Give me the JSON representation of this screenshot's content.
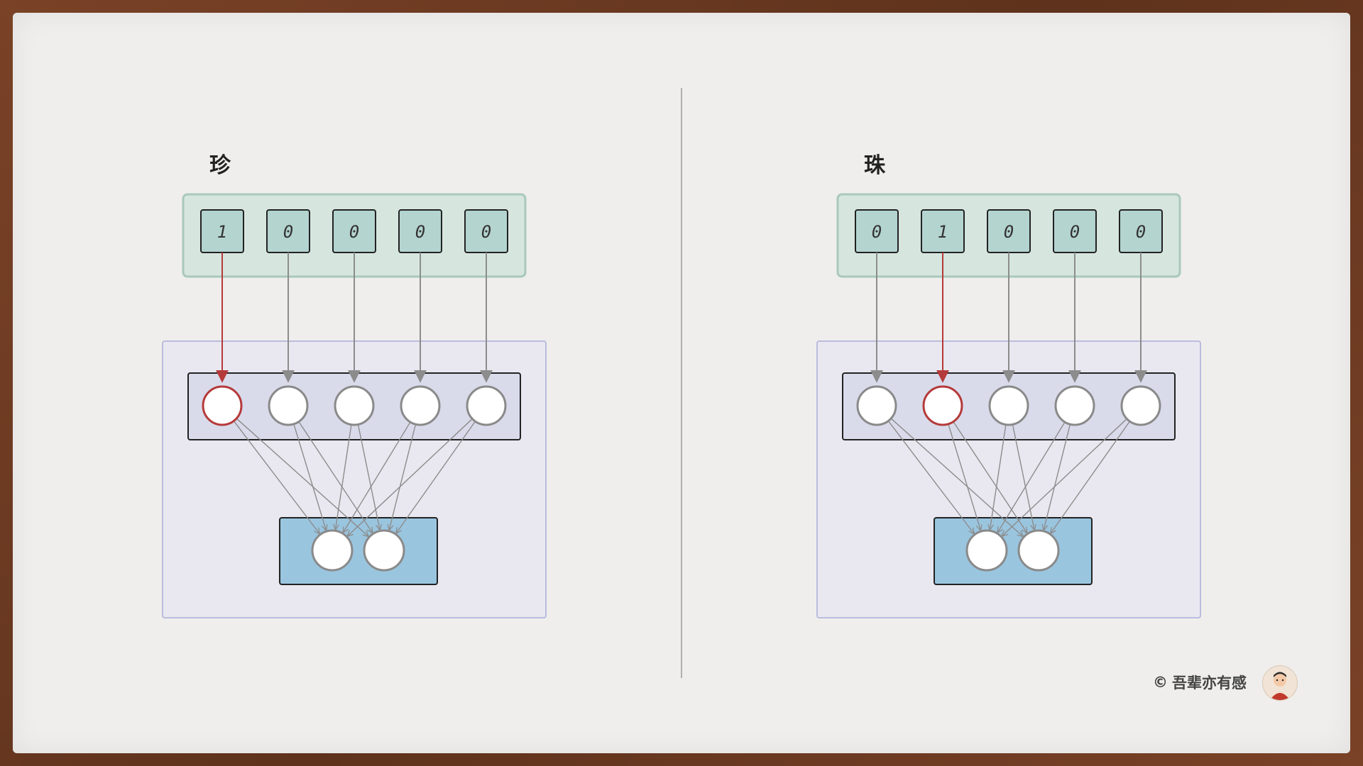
{
  "panels": [
    {
      "char": "珍",
      "input": [
        "1",
        "0",
        "0",
        "0",
        "0"
      ],
      "active_index": 0
    },
    {
      "char": "珠",
      "input": [
        "0",
        "1",
        "0",
        "0",
        "0"
      ],
      "active_index": 1
    }
  ],
  "hidden_units": 5,
  "output_units": 2,
  "footer": {
    "copyright": "©",
    "author": "吾辈亦有感"
  },
  "colors": {
    "input_box_bg": "#d6e6df",
    "input_box_border": "#a9c8bd",
    "cell_bg": "#b4d4d0",
    "outer_box_bg": "#e9e8f0",
    "outer_box_border": "#b9bcdd",
    "hidden_bar_bg": "#d9dbeb",
    "output_bar_bg": "#9ac5df",
    "arrow_gray": "#8c8c8c",
    "arrow_red": "#b53a3a",
    "divider": "#9a9a9a"
  }
}
